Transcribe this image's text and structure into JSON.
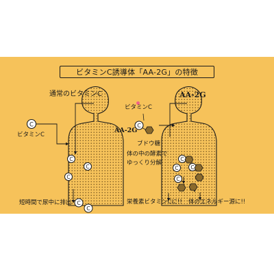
{
  "title": "ビタミンC誘導体「AA-2G」の特徴",
  "left": {
    "heading": "通常のビタミンC",
    "vitamin_label": "ビタミンC",
    "excretion_label": "短時間で尿中に排出",
    "molecule_symbol": "C"
  },
  "right": {
    "heading": "AA-2G",
    "vitamin_label": "ビタミンC",
    "compound_label": "AA-2G",
    "glucose_label": "ブドウ糖",
    "enzyme_label_line1": "体の中の酵素で",
    "enzyme_label_line2": "ゆっくり分解",
    "nutrient_label": "栄養素ビタミンCに!!",
    "energy_label": "体のエネルギー源に!!",
    "molecule_symbol": "C"
  },
  "colors": {
    "panel": "#f6c25a",
    "outline": "#1a1a1a",
    "glucose_hex": "#8b6a2c",
    "accent_dot": "#f0608a"
  }
}
